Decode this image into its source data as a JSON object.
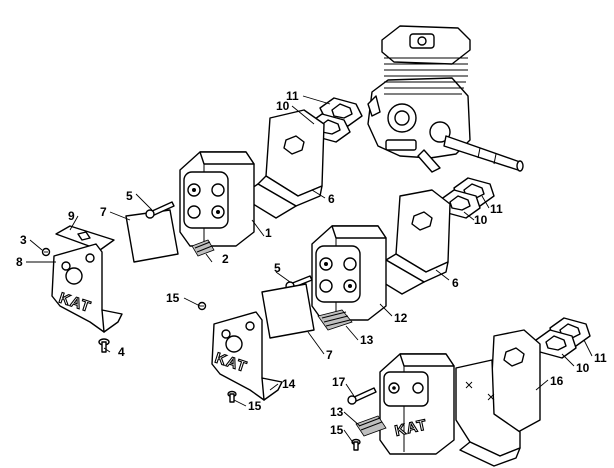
{
  "diagram": {
    "callouts": [
      {
        "id": "c11a",
        "text": "11"
      },
      {
        "id": "c10a",
        "text": "10"
      },
      {
        "id": "c6a",
        "text": "6"
      },
      {
        "id": "c1",
        "text": "1"
      },
      {
        "id": "c5a",
        "text": "5"
      },
      {
        "id": "c7a",
        "text": "7"
      },
      {
        "id": "c9",
        "text": "9"
      },
      {
        "id": "c3",
        "text": "3"
      },
      {
        "id": "c8",
        "text": "8"
      },
      {
        "id": "c2",
        "text": "2"
      },
      {
        "id": "c4",
        "text": "4"
      },
      {
        "id": "c11b",
        "text": "11"
      },
      {
        "id": "c10b",
        "text": "10"
      },
      {
        "id": "c6b",
        "text": "6"
      },
      {
        "id": "c5b",
        "text": "5"
      },
      {
        "id": "c12",
        "text": "12"
      },
      {
        "id": "c13a",
        "text": "13"
      },
      {
        "id": "c15a",
        "text": "15"
      },
      {
        "id": "c7b",
        "text": "7"
      },
      {
        "id": "c14",
        "text": "14"
      },
      {
        "id": "c15b",
        "text": "15"
      },
      {
        "id": "c17",
        "text": "17"
      },
      {
        "id": "c13b",
        "text": "13"
      },
      {
        "id": "c15c",
        "text": "15"
      },
      {
        "id": "c11c",
        "text": "11"
      },
      {
        "id": "c10c",
        "text": "10"
      },
      {
        "id": "c16",
        "text": "16"
      }
    ],
    "part_labels": {
      "kat_plate_a": "KAT",
      "kat_plate_b": "KAT",
      "kat_muffler": "KAT"
    }
  }
}
